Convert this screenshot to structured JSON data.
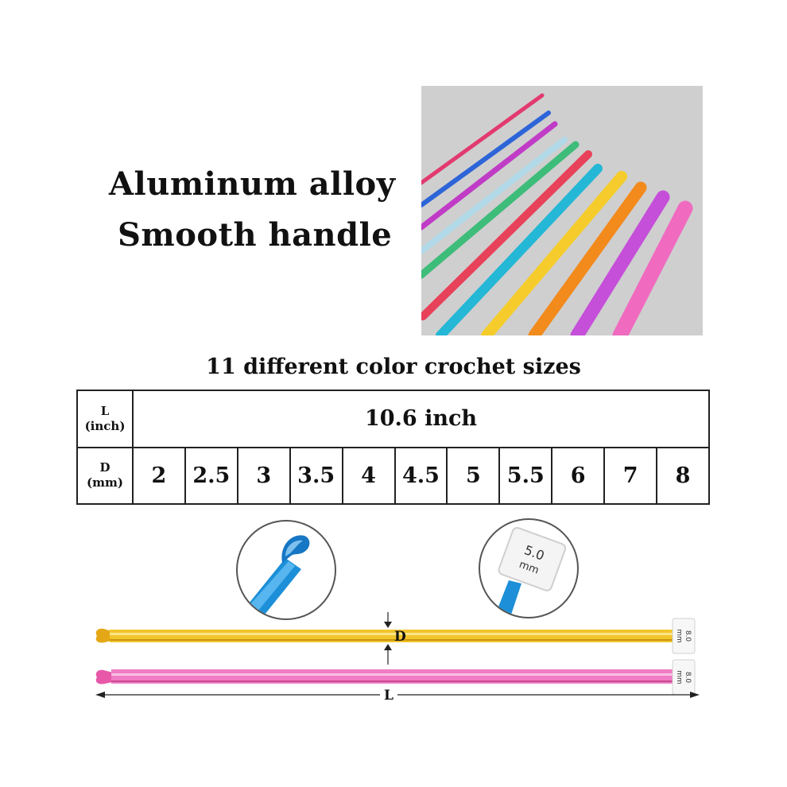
{
  "headline": {
    "line1": "Aluminum alloy",
    "line2": "Smooth handle"
  },
  "subtitle": "11 different color crochet sizes",
  "size_table": {
    "length_header": {
      "line1": "L",
      "line2": "(inch)"
    },
    "length_value": "10.6 inch",
    "diameter_header": {
      "line1": "D",
      "line2": "(mm)"
    },
    "diameters": [
      "2",
      "2.5",
      "3",
      "3.5",
      "4",
      "4.5",
      "5",
      "5.5",
      "6",
      "7",
      "8"
    ]
  },
  "closeup": {
    "tag_text": "5.0",
    "tag_unit": "mm"
  },
  "diagram": {
    "diameter_label": "D",
    "length_label": "L",
    "top_hook_tag": "8.0",
    "top_hook_unit": "mm",
    "bottom_hook_tag": "8.0",
    "bottom_hook_unit": "mm"
  },
  "colors": {
    "photo_bg": "#cfcfcf",
    "hook_gold": "#f2c52a",
    "hook_pink": "#f07cc4",
    "closeup_blue": "#1c8fd8"
  }
}
